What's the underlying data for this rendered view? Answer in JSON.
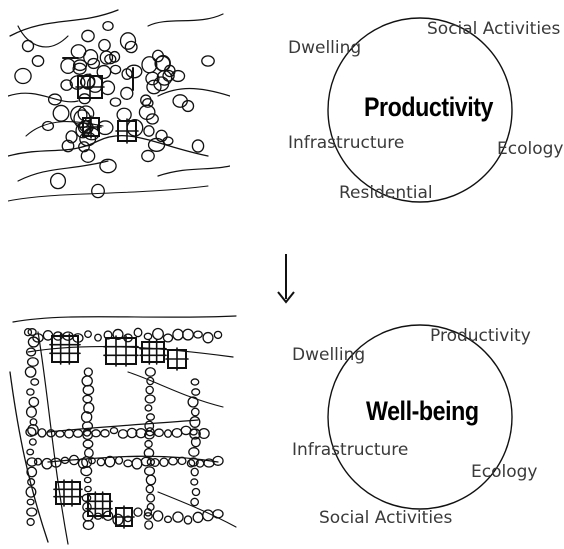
{
  "top_diagram": {
    "center": "Productivity",
    "labels": [
      "Social Activities",
      "Dwelling",
      "Infrastructure",
      "Ecology",
      "Residential"
    ]
  },
  "bottom_diagram": {
    "center": "Well-being",
    "labels": [
      "Productivity",
      "Dwelling",
      "Infrastructure",
      "Ecology",
      "Social Activities"
    ]
  },
  "arrow_icon": "arrow-down-icon",
  "sketch_color": "#111111"
}
